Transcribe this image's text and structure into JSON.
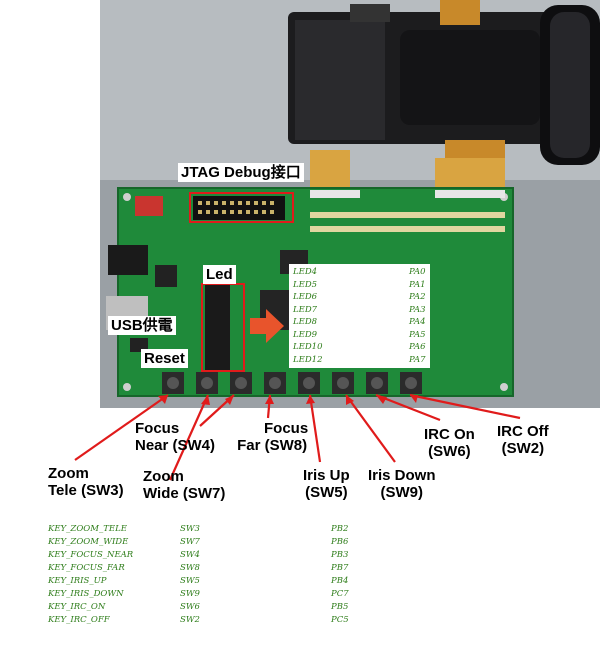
{
  "labels": {
    "jtag": "JTAG Debug接口",
    "led": "Led",
    "usb": "USB供電",
    "reset": "Reset",
    "zoom_tele": [
      "Zoom",
      "Tele (SW3)"
    ],
    "zoom_wide": [
      "Zoom",
      "Wide (SW7)"
    ],
    "focus_near": [
      "Focus",
      "Near (SW4)"
    ],
    "focus_far": [
      "Focus",
      "Far (SW8)"
    ],
    "iris_up": [
      "Iris Up",
      "(SW5)"
    ],
    "iris_down": [
      "Iris Down",
      "(SW9)"
    ],
    "irc_on": [
      "IRC On",
      "(SW6)"
    ],
    "irc_off": [
      "IRC Off",
      "(SW2)"
    ]
  },
  "led_map": [
    {
      "led": "LED4",
      "pin": "PA0"
    },
    {
      "led": "LED5",
      "pin": "PA1"
    },
    {
      "led": "LED6",
      "pin": "PA2"
    },
    {
      "led": "LED7",
      "pin": "PA3"
    },
    {
      "led": "LED8",
      "pin": "PA4"
    },
    {
      "led": "LED9",
      "pin": "PA5"
    },
    {
      "led": "LED10",
      "pin": "PA6"
    },
    {
      "led": "LED12",
      "pin": "PA7"
    }
  ],
  "key_map": [
    {
      "key": "KEY_ZOOM_TELE",
      "sw": "SW3",
      "pin": "PB2"
    },
    {
      "key": "KEY_ZOOM_WIDE",
      "sw": "SW7",
      "pin": "PB6"
    },
    {
      "key": "KEY_FOCUS_NEAR",
      "sw": "SW4",
      "pin": "PB3"
    },
    {
      "key": "KEY_FOCUS_FAR",
      "sw": "SW8",
      "pin": "PB7"
    },
    {
      "key": "KEY_IRIS_UP",
      "sw": "SW5",
      "pin": "PB4"
    },
    {
      "key": "KEY_IRIS_DOWN",
      "sw": "SW9",
      "pin": "PC7"
    },
    {
      "key": "KEY_IRC_ON",
      "sw": "SW6",
      "pin": "PB5"
    },
    {
      "key": "KEY_IRC_OFF",
      "sw": "SW2",
      "pin": "PC5"
    }
  ],
  "colors": {
    "pcb": "#1f8a3a",
    "annotation": "#e01b1b",
    "arrow": "#e8542c",
    "table_text": "#2e7d1a"
  }
}
